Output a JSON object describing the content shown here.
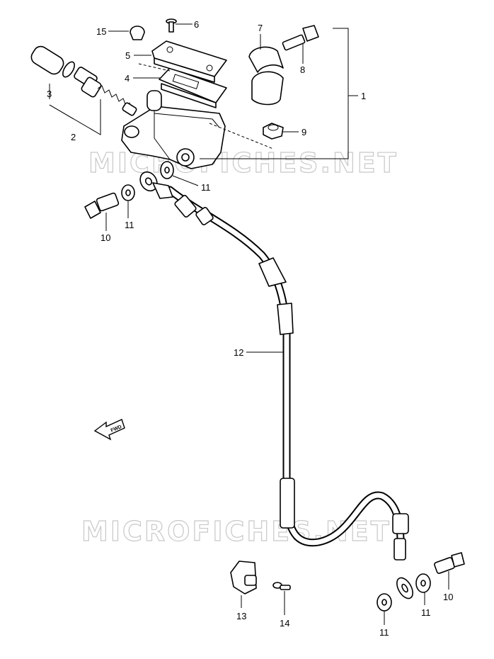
{
  "watermark": "MICROFICHES.NET",
  "direction_marker": "FWD",
  "callouts": {
    "c1": "1",
    "c2": "2",
    "c3": "3",
    "c4": "4",
    "c5": "5",
    "c6": "6",
    "c7": "7",
    "c8": "8",
    "c9": "9",
    "c10a": "10",
    "c10b": "10",
    "c11a": "11",
    "c11b": "11",
    "c11c": "11",
    "c11d": "11",
    "c12": "12",
    "c13": "13",
    "c14": "14",
    "c15": "15"
  }
}
